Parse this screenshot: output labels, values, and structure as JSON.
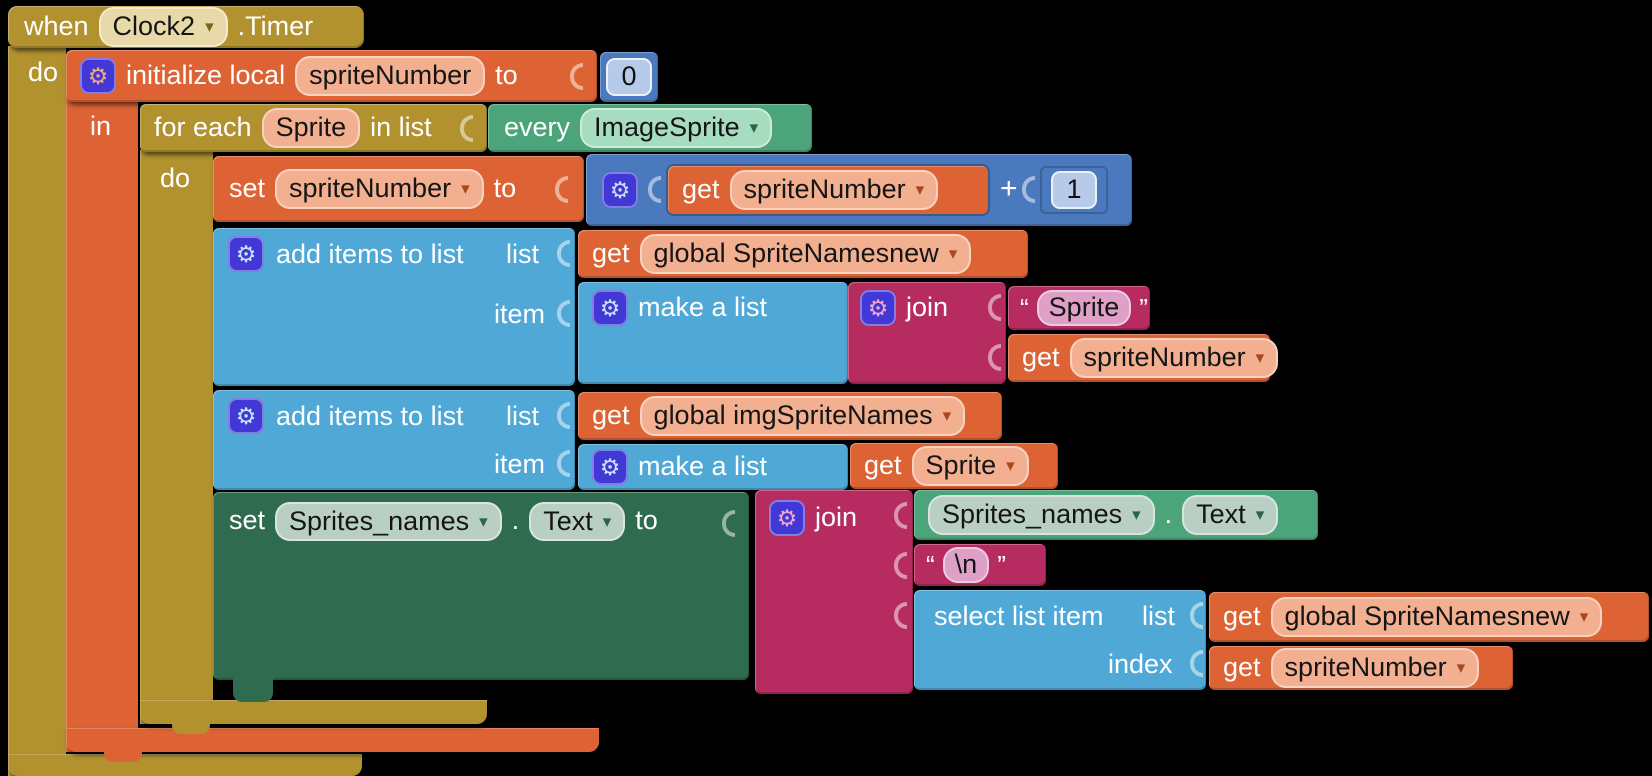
{
  "palette": {
    "canvasBg": "#000000",
    "gold": "#B2922E",
    "goldField": "#E7DAA8",
    "orange": "#DD6334",
    "orangeField": "#F2B091",
    "lists": "#4FA8D6",
    "math": "#4B79BE",
    "mathField": "#B7CAEA",
    "magenta": "#B62B60",
    "pinkField": "#DFA0C8",
    "setGreen": "#2F6B4F",
    "getGreen": "#4CA47B",
    "sageField": "#B9CFC3",
    "everyField": "#A6DCC0",
    "gearBg": "#4238D6"
  },
  "ui": {
    "dropdown_arrow": "▾",
    "gear_icon": "⚙"
  },
  "labels": {
    "do_when": "do",
    "in_init": "in",
    "do_foreach": "do"
  },
  "blocks": {
    "when_event": {
      "keyword": "when",
      "component": "Clock2",
      "event": ".Timer"
    },
    "init_local": {
      "label": "initialize local",
      "var_name": "spriteNumber",
      "to": "to",
      "value": "0"
    },
    "for_each": {
      "for": "for each",
      "param": "Sprite",
      "in_list": "in list"
    },
    "every_component": {
      "label": "every",
      "type": "ImageSprite"
    },
    "set_variable": {
      "set": "set",
      "var_name": "spriteNumber",
      "to": "to"
    },
    "math_add": {
      "get": "get",
      "var_name": "spriteNumber",
      "operator": "+",
      "operand": "1"
    },
    "add_items_1": {
      "label": "add items to list",
      "list": "list",
      "item": "item"
    },
    "get_global_spritenamesnew": {
      "get": "get",
      "var_name": "global SpriteNamesnew"
    },
    "make_a_list_1": {
      "label": "make a list"
    },
    "join_1": {
      "label": "join"
    },
    "string_sprite": {
      "open_quote": "“",
      "value": "Sprite",
      "close_quote": "”"
    },
    "get_spritenumber_join": {
      "get": "get",
      "var_name": "spriteNumber"
    },
    "add_items_2": {
      "label": "add items to list",
      "list": "list",
      "item": "item"
    },
    "get_global_imgspritenames": {
      "get": "get",
      "var_name": "global imgSpriteNames"
    },
    "make_a_list_2": {
      "label": "make a list"
    },
    "get_sprite": {
      "get": "get",
      "var_name": "Sprite"
    },
    "set_property": {
      "set": "set",
      "component": "Sprites_names",
      "dot": ".",
      "property": "Text",
      "to": "to"
    },
    "join_2": {
      "label": "join"
    },
    "get_property": {
      "component": "Sprites_names",
      "dot": ".",
      "property": "Text"
    },
    "string_newline": {
      "open_quote": "“",
      "value": "\\n",
      "close_quote": "”"
    },
    "select_list_item": {
      "label": "select list item",
      "list": "list",
      "index": "index"
    },
    "get_global_spritenamesnew_2": {
      "get": "get",
      "var_name": "global SpriteNamesnew"
    },
    "get_spritenumber_index": {
      "get": "get",
      "var_name": "spriteNumber"
    }
  }
}
